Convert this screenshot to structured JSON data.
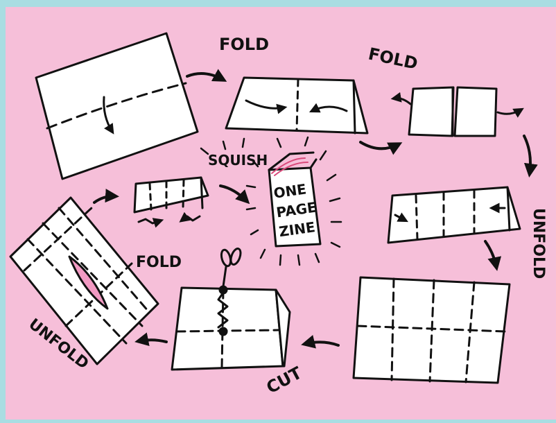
{
  "colors": {
    "border": "#a9dde2",
    "background": "#f6bfd9",
    "paper": "#ffffff",
    "ink": "#111111",
    "cut_slit": "#f29ac3"
  },
  "labels": {
    "fold_top_left": "FOLD",
    "fold_top_right": "FOLD",
    "squish": "SQUISH",
    "zine_line1": "ONE",
    "zine_line2": "PAGE",
    "zine_line3": "ZINE",
    "fold_bottom": "FOLD",
    "unfold_left": "UNFOLD",
    "unfold_right": "UNFOLD",
    "cut": "CUT"
  }
}
